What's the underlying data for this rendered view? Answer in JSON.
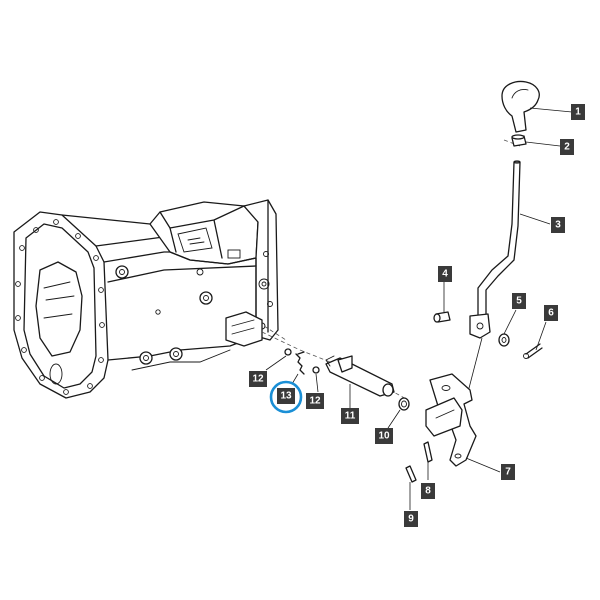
{
  "colors": {
    "label_default": "#3a3a3a",
    "label_highlight": "#5bc8dc",
    "selection_ring": "#1a8fd6",
    "line": "#1a1a1a"
  },
  "callouts": [
    {
      "id": "1",
      "text": "1",
      "highlight": true
    },
    {
      "id": "2",
      "text": "2",
      "highlight": false
    },
    {
      "id": "3",
      "text": "3",
      "highlight": true
    },
    {
      "id": "4",
      "text": "4",
      "highlight": false
    },
    {
      "id": "5",
      "text": "5",
      "highlight": false
    },
    {
      "id": "6",
      "text": "6",
      "highlight": false
    },
    {
      "id": "7",
      "text": "7",
      "highlight": false
    },
    {
      "id": "8",
      "text": "8",
      "highlight": true
    },
    {
      "id": "9",
      "text": "9",
      "highlight": false
    },
    {
      "id": "10",
      "text": "10",
      "highlight": false
    },
    {
      "id": "11",
      "text": "11",
      "highlight": true
    },
    {
      "id": "12a",
      "text": "12",
      "highlight": false
    },
    {
      "id": "12b",
      "text": "12",
      "highlight": false
    },
    {
      "id": "13",
      "text": "13",
      "highlight": false,
      "selected": true
    }
  ]
}
